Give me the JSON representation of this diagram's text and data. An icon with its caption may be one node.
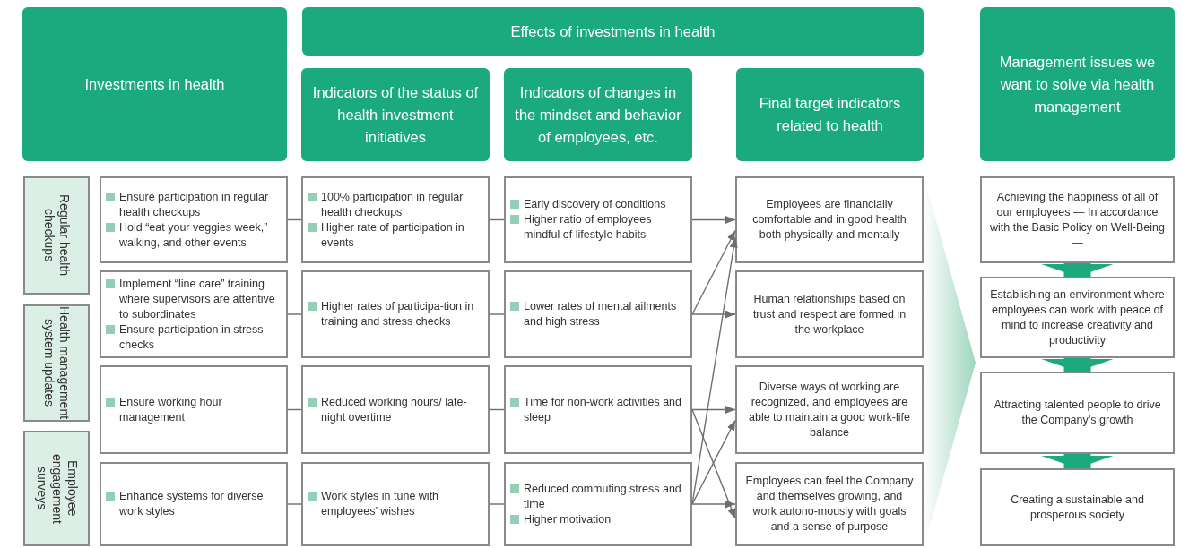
{
  "diagram": {
    "nodes": [
      {
        "text": [
          "Investments in health"
        ]
      },
      {
        "text": [
          "Effects of investments in health"
        ]
      },
      {
        "text": [
          "Indicators of the status of health investment initiatives"
        ]
      },
      {
        "text": [
          "Indicators of changes in the mindset and behavior of employees, etc."
        ]
      },
      {
        "text": [
          "Final target indicators related to health"
        ]
      },
      {
        "text": [
          "Management issues we want to solve via health management"
        ]
      },
      {
        "text": [
          "Regular health checkups"
        ]
      },
      {
        "text": [
          "Health management system updates"
        ]
      },
      {
        "text": [
          "Employee engagement surveys"
        ]
      },
      {
        "text": [
          "Ensure participation in regular health checkups",
          "Hold “eat your veggies week,” walking, and other events"
        ]
      },
      {
        "text": [
          "Implement “line care” training where supervisors are attentive to subordinates",
          "Ensure participation in stress checks"
        ]
      },
      {
        "text": [
          "Ensure working hour management"
        ]
      },
      {
        "text": [
          "Enhance systems for diverse work styles"
        ]
      },
      {
        "text": [
          "100% participation in regular health checkups",
          "Higher rate of participation in events"
        ]
      },
      {
        "text": [
          "Higher rates of participa-tion in training and stress checks"
        ]
      },
      {
        "text": [
          "Reduced working hours/ late-night overtime"
        ]
      },
      {
        "text": [
          "Work styles in tune with employees’ wishes"
        ]
      },
      {
        "text": [
          "Early discovery of conditions",
          "Higher ratio of employees mindful of lifestyle habits"
        ]
      },
      {
        "text": [
          "Lower rates of mental ailments and high stress"
        ]
      },
      {
        "text": [
          "Time for non-work activities and sleep"
        ]
      },
      {
        "text": [
          "Reduced commuting stress and time",
          "Higher motivation"
        ]
      },
      {
        "text": [
          "Employees are financially comfortable and in good health both physically and mentally"
        ]
      },
      {
        "text": [
          "Human relationships based on trust and respect are formed in the workplace"
        ]
      },
      {
        "text": [
          "Diverse ways of working are recognized, and employees are able to maintain a good work-life balance"
        ]
      },
      {
        "text": [
          "Employees can feel the Company and themselves growing, and work autono-mously with goals and a sense of purpose"
        ]
      },
      {
        "text": [
          "Achieving the happiness of all of our employees — In accordance with the Basic Policy on Well-Being —"
        ]
      },
      {
        "text": [
          "Establishing an environment where employees can work with peace of mind to increase creativity and productivity"
        ]
      },
      {
        "text": [
          "Attracting talented people to drive the Company’s growth"
        ]
      },
      {
        "text": [
          "Creating a sustainable and prosperous society"
        ]
      }
    ],
    "edges": [
      {
        "from": 9,
        "to": 13,
        "arrow": "none"
      },
      {
        "from": 10,
        "to": 14,
        "arrow": "none"
      },
      {
        "from": 11,
        "to": 15,
        "arrow": "none"
      },
      {
        "from": 12,
        "to": 16,
        "arrow": "none"
      },
      {
        "from": 13,
        "to": 17,
        "arrow": "none"
      },
      {
        "from": 14,
        "to": 18,
        "arrow": "none"
      },
      {
        "from": 15,
        "to": 19,
        "arrow": "none"
      },
      {
        "from": 16,
        "to": 20,
        "arrow": "none"
      },
      {
        "from": 17,
        "to": 21,
        "arrow": "to"
      },
      {
        "from": 18,
        "to": 21,
        "arrow": "to"
      },
      {
        "from": 18,
        "to": 22,
        "arrow": "to"
      },
      {
        "from": 19,
        "to": 23,
        "arrow": "to"
      },
      {
        "from": 19,
        "to": 24,
        "arrow": "to"
      },
      {
        "from": 20,
        "to": 21,
        "arrow": "to"
      },
      {
        "from": 20,
        "to": 23,
        "arrow": "to"
      },
      {
        "from": 20,
        "to": 24,
        "arrow": "to"
      },
      {
        "from": 25,
        "to": 26,
        "arrow": "to",
        "style": "thick",
        "color": "#1aaa7e"
      },
      {
        "from": 26,
        "to": 27,
        "arrow": "to",
        "style": "thick",
        "color": "#1aaa7e"
      },
      {
        "from": 27,
        "to": 28,
        "arrow": "to",
        "style": "thick",
        "color": "#1aaa7e"
      }
    ]
  }
}
